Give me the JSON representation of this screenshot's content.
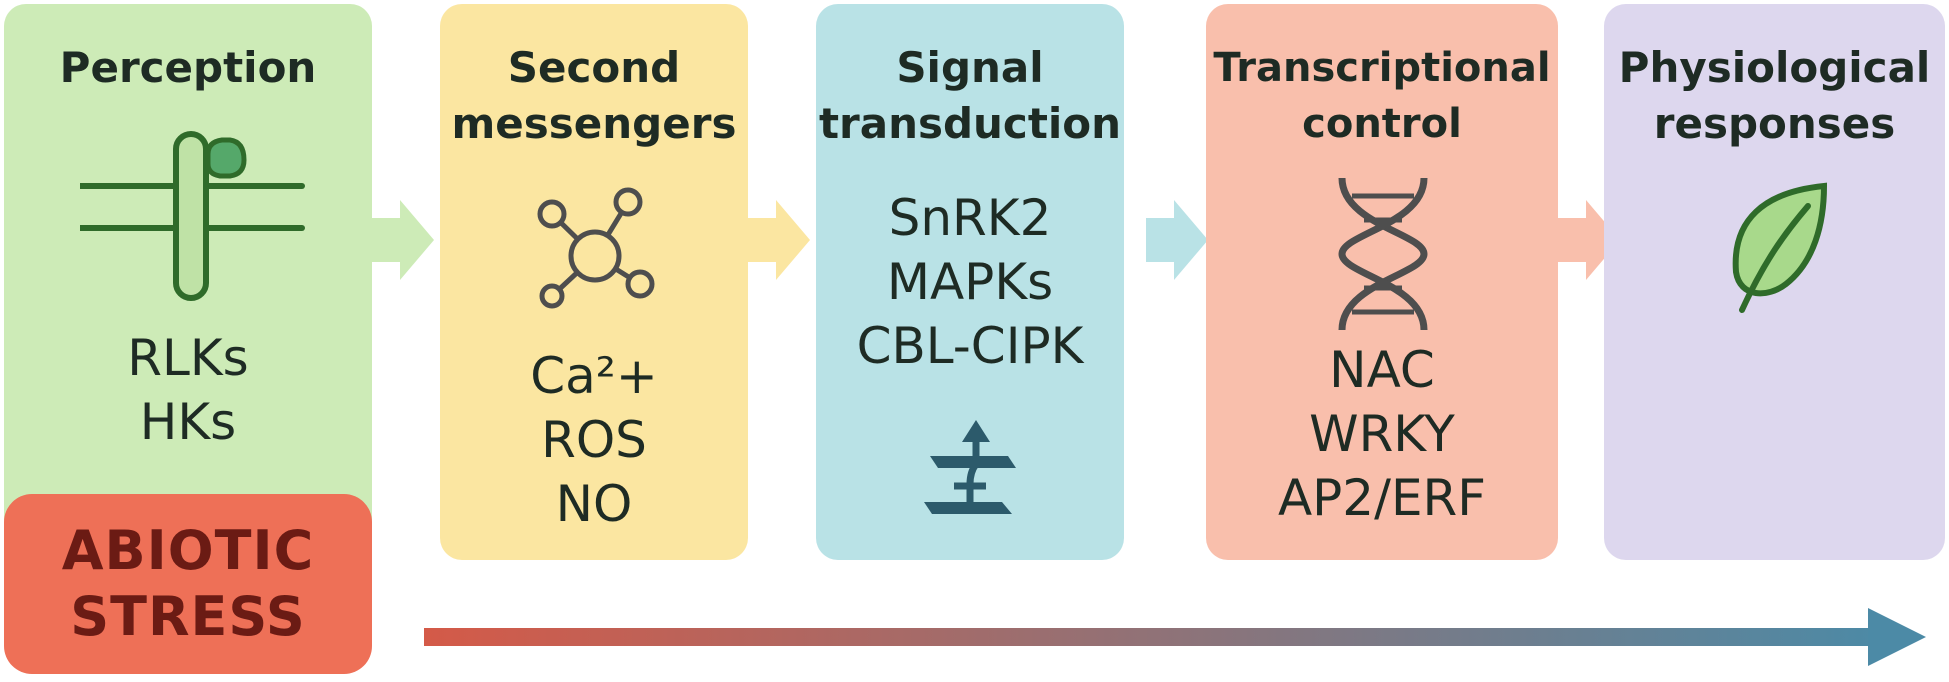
{
  "colors": {
    "perception_bg": "#cdebb7",
    "second_bg": "#fbe6a1",
    "signal_bg": "#b9e2e6",
    "transcription_bg": "#f9bfac",
    "physio_bg": "#ddd7ee",
    "stress_bg": "#ee7057",
    "stress_text": "#6b1b14",
    "icon_stroke": "#2f6b2a",
    "icon_dark": "#4e4e4e",
    "arrow_start": "#d45a48",
    "arrow_end": "#4c8aa6"
  },
  "stages": [
    {
      "title_lines": [
        "Perception"
      ],
      "icon": "membrane-receptor-icon",
      "items": [
        "RLKs",
        "HKs"
      ]
    },
    {
      "title_lines": [
        "Second",
        "messengers"
      ],
      "icon": "molecule-network-icon",
      "items": [
        "Ca²+",
        "ROS",
        "NO"
      ]
    },
    {
      "title_lines": [
        "Signal",
        "transduction"
      ],
      "icon": "cascade-arrow-icon",
      "items": [
        "SnRK2",
        "MAPKs",
        "CBL-CIPK"
      ]
    },
    {
      "title_lines": [
        "Transcriptional",
        "control"
      ],
      "icon": "dna-helix-icon",
      "items": [
        "NAC",
        "WRKY",
        "AP2/ERF"
      ]
    },
    {
      "title_lines": [
        "Physiological",
        "responses"
      ],
      "icon": "leaf-icon",
      "items": []
    }
  ],
  "stress": {
    "lines": [
      "ABIOTIC",
      "STRESS"
    ]
  }
}
